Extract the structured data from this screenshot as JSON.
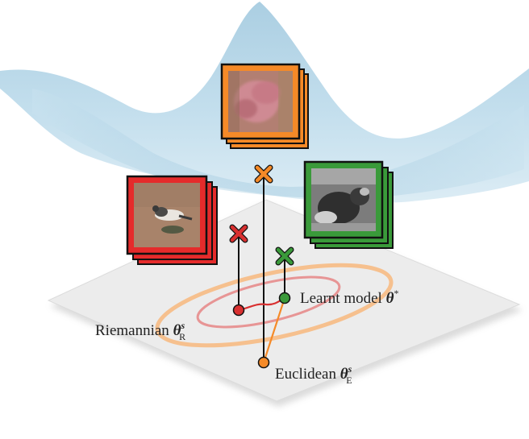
{
  "labels": {
    "learnt": {
      "text": "Learnt model ",
      "symbol": "θ",
      "sup": "*"
    },
    "riemannian": {
      "text": "Riemannian ",
      "symbol": "θ",
      "sup": "s",
      "sub": "R"
    },
    "euclidean": {
      "text": "Euclidean ",
      "symbol": "θ",
      "sup": "s",
      "sub": "E"
    }
  },
  "colors": {
    "surface": "#a9cfe4",
    "plane": "#ececec",
    "red": "#d93030",
    "orange": "#f58a28",
    "green": "#3a9a3a",
    "ellipse_outer": "#f6c08e",
    "ellipse_inner": "#e79595"
  },
  "icons": {
    "cross": "x-mark-icon",
    "point": "circle-dot-icon"
  }
}
